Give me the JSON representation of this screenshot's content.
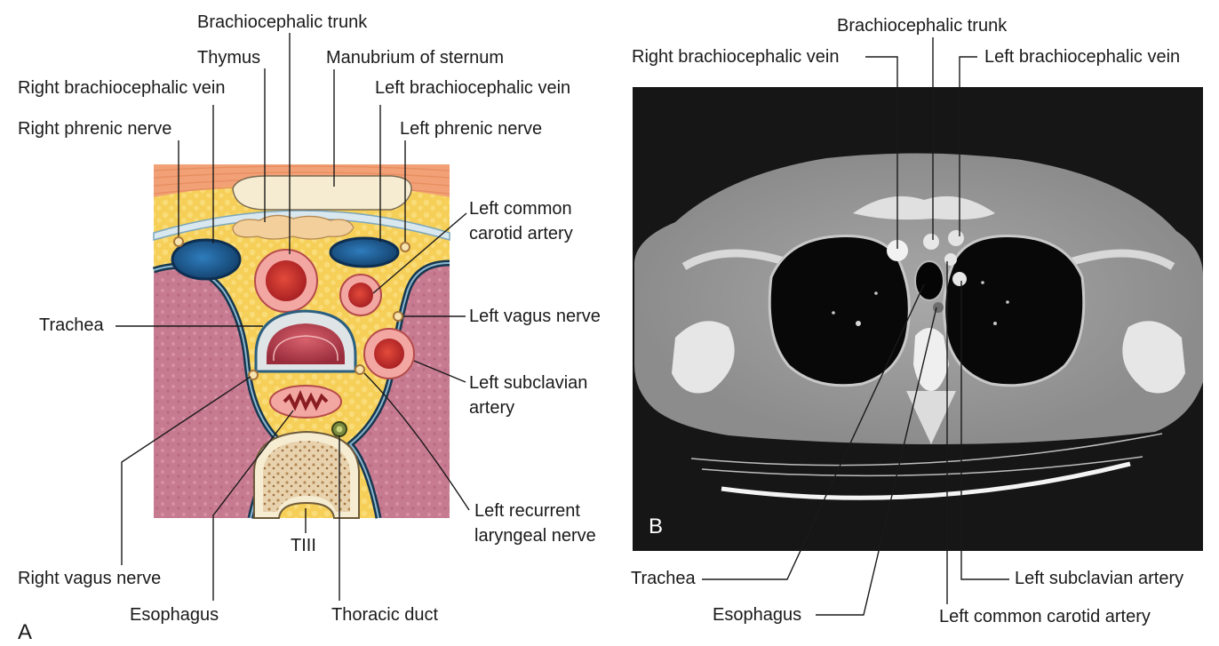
{
  "panel_a": {
    "letter": "A",
    "labels": {
      "brachiocephalic_trunk": "Brachiocephalic trunk",
      "thymus": "Thymus",
      "manubrium": "Manubrium of sternum",
      "right_brachiocephalic_vein": "Right brachiocephalic vein",
      "left_brachiocephalic_vein": "Left brachiocephalic vein",
      "right_phrenic_nerve": "Right phrenic nerve",
      "left_phrenic_nerve": "Left phrenic nerve",
      "left_common_carotid_1": "Left common",
      "left_common_carotid_2": "carotid artery",
      "trachea": "Trachea",
      "left_vagus_nerve": "Left vagus nerve",
      "left_subclavian_1": "Left subclavian",
      "left_subclavian_2": "artery",
      "left_recurrent_1": "Left recurrent",
      "left_recurrent_2": "laryngeal nerve",
      "vertebra": "TIII",
      "right_vagus_nerve": "Right vagus nerve",
      "esophagus": "Esophagus",
      "thoracic_duct": "Thoracic duct"
    }
  },
  "panel_b": {
    "letter": "B",
    "labels": {
      "brachiocephalic_trunk": "Brachiocephalic trunk",
      "right_brachiocephalic_vein": "Right brachiocephalic vein",
      "left_brachiocephalic_vein": "Left brachiocephalic vein",
      "trachea": "Trachea",
      "left_subclavian_artery": "Left subclavian artery",
      "esophagus": "Esophagus",
      "left_common_carotid_artery": "Left common carotid artery"
    }
  },
  "colors": {
    "fat": "#f6cf58",
    "vein": "#1d5f95",
    "artery": "#c8292b",
    "lung_tissue": "#c77b90",
    "pleura": "#2b5f80",
    "ct_background": "#161616"
  }
}
